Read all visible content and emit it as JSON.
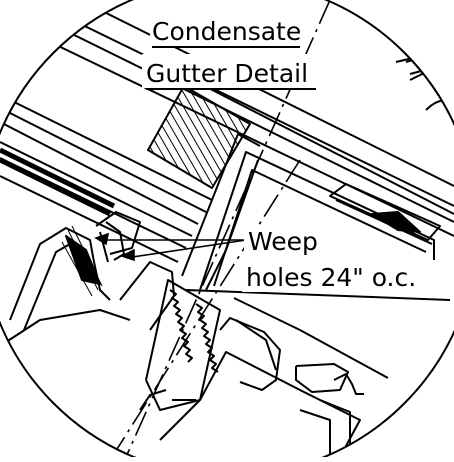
{
  "detail": {
    "title_line1": "Condensate",
    "title_line2": "Gutter Detail",
    "callout_line1": "Weep",
    "callout_line2": "holes 24\" o.c."
  },
  "colors": {
    "ink": "#000000",
    "paper": "#ffffff"
  }
}
